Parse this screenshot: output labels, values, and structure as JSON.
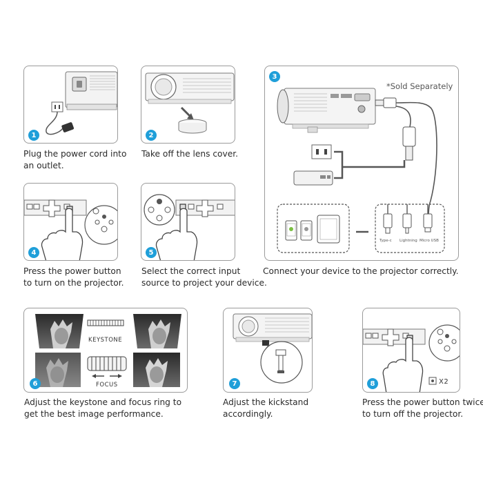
{
  "steps": [
    {
      "number": "1",
      "caption": [
        "Plug the power cord into",
        "an outlet."
      ]
    },
    {
      "number": "2",
      "caption": [
        "Take off the lens cover."
      ]
    },
    {
      "number": "3",
      "caption": [
        "Connect your device to the projector correctly."
      ],
      "note": "*Sold Separately",
      "connectors": [
        "Type-c",
        "Lightning",
        "Micro USB"
      ]
    },
    {
      "number": "4",
      "caption": [
        "Press the power button",
        "to turn on the projector."
      ]
    },
    {
      "number": "5",
      "caption": [
        "Select the correct input",
        "source to project your device."
      ]
    },
    {
      "number": "6",
      "caption": [
        "Adjust the keystone and focus ring to",
        "get the best image performance."
      ],
      "labels": {
        "keystone": "KEYSTONE",
        "focus": "FOCUS"
      }
    },
    {
      "number": "7",
      "caption": [
        "Adjust the kickstand",
        "accordingly."
      ]
    },
    {
      "number": "8",
      "caption": [
        "Press the power button twice",
        "to turn off the projector."
      ],
      "press_count": "X2"
    }
  ],
  "colors": {
    "badge": "#1f9fd9",
    "border": "#9a9a9a",
    "line": "#555555"
  },
  "icons": [
    "power-plug-icon",
    "projector-icon",
    "lens-cover-icon",
    "hdmi-cable-icon",
    "usb-cable-icon",
    "power-bank-icon",
    "phone-icon",
    "tablet-icon",
    "hand-press-icon",
    "control-panel-icon",
    "statue-image-icon",
    "focus-ring-icon",
    "kickstand-icon"
  ]
}
